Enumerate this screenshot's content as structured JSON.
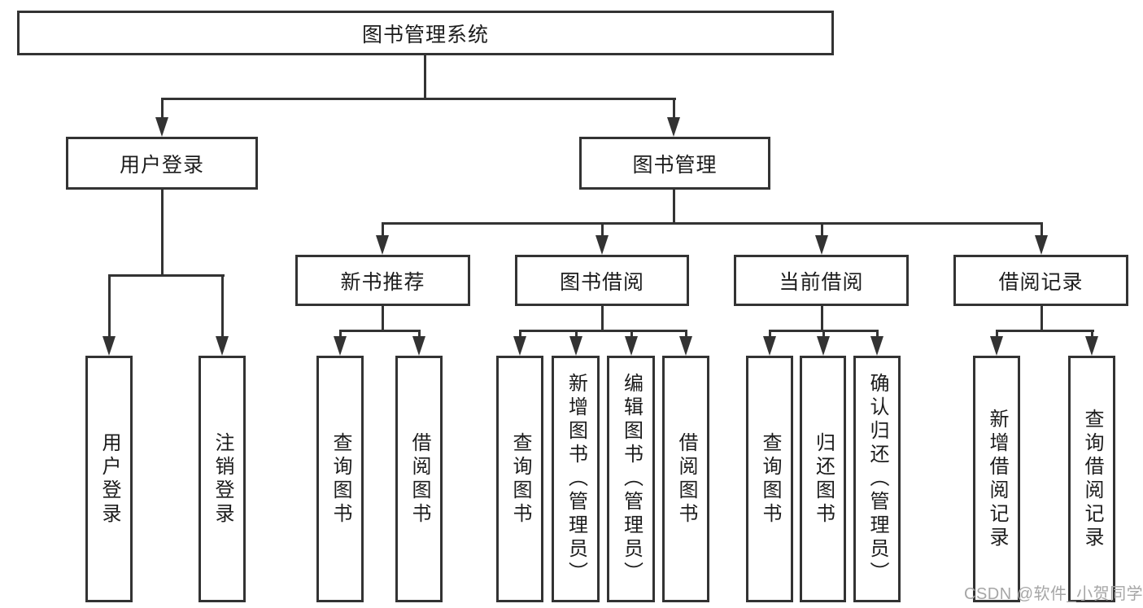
{
  "diagram": {
    "root": {
      "label": "图书管理系统"
    },
    "level2": [
      {
        "label": "用户登录"
      },
      {
        "label": "图书管理"
      }
    ],
    "level3": [
      {
        "label": "新书推荐"
      },
      {
        "label": "图书借阅"
      },
      {
        "label": "当前借阅"
      },
      {
        "label": "借阅记录"
      }
    ],
    "leaves": {
      "user_login": [
        {
          "label": "用户登录"
        },
        {
          "label": "注销登录"
        }
      ],
      "new_book_recommend": [
        {
          "label": "查询图书"
        },
        {
          "label": "借阅图书"
        }
      ],
      "book_borrow": [
        {
          "label": "查询图书"
        },
        {
          "label": "新增图书（管理员）"
        },
        {
          "label": "编辑图书（管理员）"
        },
        {
          "label": "借阅图书"
        }
      ],
      "current_borrow": [
        {
          "label": "查询图书"
        },
        {
          "label": "归还图书"
        },
        {
          "label": "确认归还（管理员）"
        }
      ],
      "borrow_record": [
        {
          "label": "新增借阅记录"
        },
        {
          "label": "查询借阅记录"
        }
      ]
    },
    "watermark": {
      "text": "CSDN @软件_小贺同学"
    },
    "colors": {
      "line": "#333333",
      "text": "#1c1c1c",
      "watermark": "#a6a6a6",
      "background": "#ffffff"
    }
  }
}
